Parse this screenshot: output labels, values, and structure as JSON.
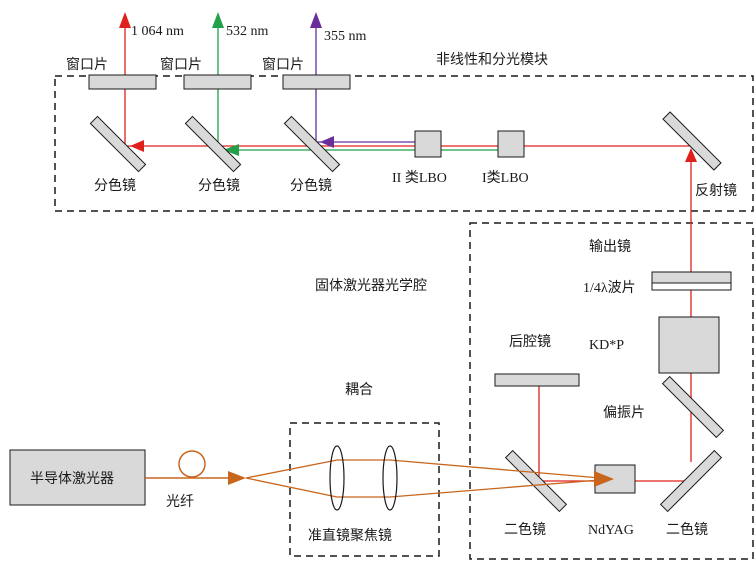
{
  "module_nonlinear": {
    "title": "非线性和分光模块",
    "window1": "窗口片",
    "window2": "窗口片",
    "window3": "窗口片",
    "out_1064": "1 064 nm",
    "out_532": "532 nm",
    "out_355": "355 nm",
    "dichroic1": "分色镜",
    "dichroic2": "分色镜",
    "dichroic3": "分色镜",
    "lbo2": "II 类LBO",
    "lbo1": "I类LBO",
    "reflector": "反射镜"
  },
  "cavity": {
    "title": "固体激光器光学腔",
    "output_mirror": "输出镜",
    "quarter_wave": "1/4λ波片",
    "kdp": "KD*P",
    "rear_mirror": "后腔镜",
    "polarizer": "偏振片",
    "dichroic_left": "二色镜",
    "ndyag": "NdYAG",
    "dichroic_right": "二色镜"
  },
  "coupling": {
    "title": "耦合",
    "lens_label": "准直镜聚焦镜"
  },
  "source": {
    "diode_laser": "半导体激光器",
    "fiber": "光纤"
  },
  "colors": {
    "ir_1064": "#e0201c",
    "green_532": "#22a04a",
    "uv_355": "#6a2d9c",
    "pump_808": "#c8661e",
    "line": "#1a1a1a",
    "box_fill": "#d9d9d9"
  }
}
